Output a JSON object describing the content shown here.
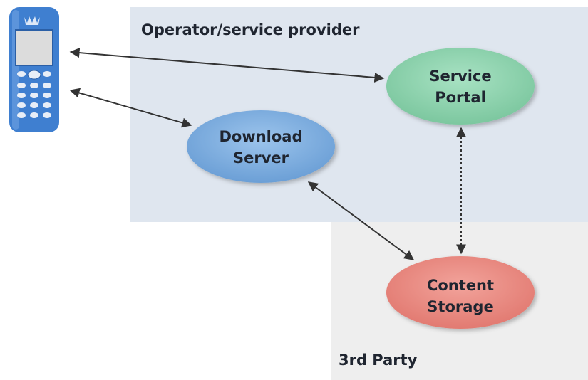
{
  "regions": {
    "operator": {
      "label": "Operator/service provider",
      "color": "#dfe6ef"
    },
    "third_party": {
      "label": "3rd Party",
      "color": "#eeeeee"
    }
  },
  "nodes": {
    "service_portal": {
      "line1": "Service",
      "line2": "Portal",
      "color": "#8fd3b0"
    },
    "download_server": {
      "line1": "Download",
      "line2": "Server",
      "color": "#7aaee0"
    },
    "content_storage": {
      "line1": "Content",
      "line2": "Storage",
      "color": "#ea8a82"
    }
  },
  "device": {
    "icon": "mobile-phone-icon",
    "color": "#3f7fd0"
  },
  "connectors": [
    {
      "from": "phone",
      "to": "service_portal",
      "style": "solid"
    },
    {
      "from": "phone",
      "to": "download_server",
      "style": "solid"
    },
    {
      "from": "download_server",
      "to": "content_storage",
      "style": "solid"
    },
    {
      "from": "service_portal",
      "to": "content_storage",
      "style": "dashed"
    }
  ]
}
